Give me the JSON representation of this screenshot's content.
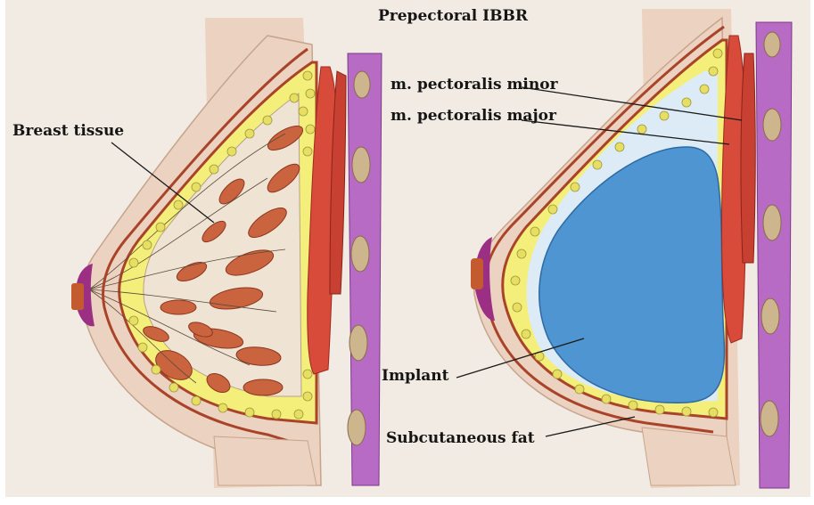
{
  "title": "Prepectoral IBBR",
  "labels": {
    "breast_tissue": "Breast tissue",
    "pectoralis_minor": "m. pectoralis minor",
    "pectoralis_major": "m. pectoralis major",
    "implant": "Implant",
    "subcutaneous_fat": "Subcutaneous fat"
  },
  "colors": {
    "paper": "#f1ebe3",
    "skin": "#ecd2c0",
    "skin_line": "#a9442a",
    "fat": "#f3ef7a",
    "fat_globule": "#e7de63",
    "gland": "#c9643e",
    "muscle": "#d84a3a",
    "rib_band": "#b86bc4",
    "rib": "#cdb58e",
    "implant": "#4f95d2",
    "implant_halo": "#dcebf6",
    "areola": "#9b2f84",
    "leader": "#1a1a1a"
  }
}
